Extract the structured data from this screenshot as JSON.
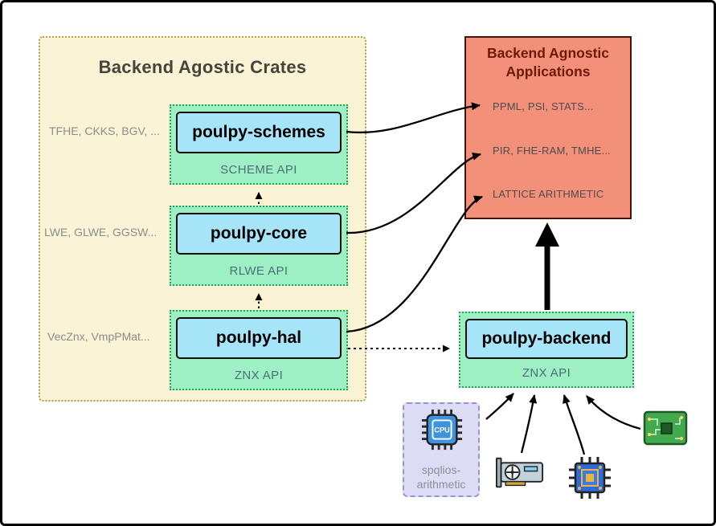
{
  "colors": {
    "crates_panel_bg": "#FAF3D6",
    "crates_panel_border": "#ABA14E",
    "module_group_bg": "#9DF0C4",
    "module_group_border": "#2B9E58",
    "crate_box_bg": "#A6E5F8",
    "applications_bg": "#F29079",
    "applications_title": "#6F1A06",
    "spqlios_bg": "#DDDCF5",
    "arrow": "#000000"
  },
  "crates_panel": {
    "title": "Backend Agostic Crates",
    "side_labels": [
      "TFHE, CKKS, BGV, ...",
      "LWE, GLWE, GGSW...",
      "VecZnx, VmpPMat..."
    ],
    "modules": [
      {
        "name": "poulpy-schemes",
        "api": "SCHEME API"
      },
      {
        "name": "poulpy-core",
        "api": "RLWE API"
      },
      {
        "name": "poulpy-hal",
        "api": "ZNX API"
      }
    ]
  },
  "applications_panel": {
    "title": "Backend Agnostic\nApplications",
    "items": [
      "PPML, PSI, STATS...",
      "PIR, FHE-RAM, TMHE...",
      "LATTICE ARITHMETIC"
    ]
  },
  "backend_module": {
    "name": "poulpy-backend",
    "api": "ZNX API"
  },
  "hardware": {
    "spqlios_label": "spqlios-\narithmetic",
    "cpu_icon_text": "CPU",
    "icons": [
      "cpu-icon",
      "gpu-icon",
      "chip-icon",
      "pcb-board-icon"
    ]
  }
}
